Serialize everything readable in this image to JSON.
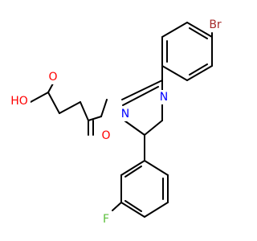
{
  "molecule": {
    "atom_labels": {
      "bromine": "Br",
      "fluorine": "F",
      "hydroxyl": "HO",
      "acid_carbonyl_oxygen": "O",
      "amide_carbonyl_oxygen": "O",
      "ring_nitrogen_1": "N",
      "ring_nitrogen_2": "N"
    },
    "colors": {
      "bond": "#000000",
      "bromine": "#a52a2a",
      "fluorine": "#5bbf3b",
      "oxygen": "#ff0000",
      "nitrogen": "#0000ff"
    }
  }
}
